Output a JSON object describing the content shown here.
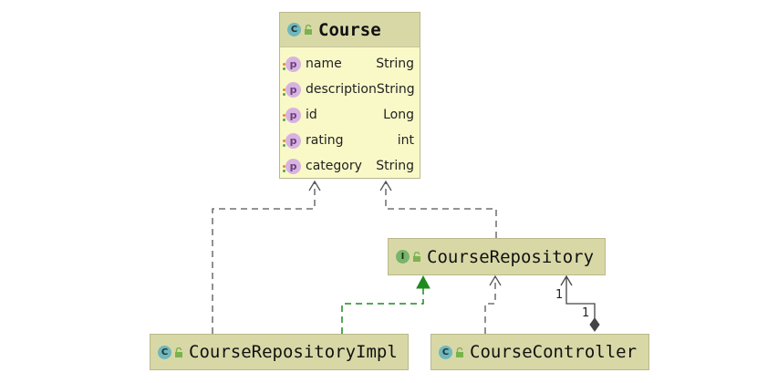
{
  "classes": {
    "course": {
      "kind": "C",
      "name": "Course",
      "fields": [
        {
          "name": "name",
          "type": "String"
        },
        {
          "name": "description",
          "type": "String"
        },
        {
          "name": "id",
          "type": "Long"
        },
        {
          "name": "rating",
          "type": "int"
        },
        {
          "name": "category",
          "type": "String"
        }
      ]
    },
    "course_repository": {
      "kind": "I",
      "name": "CourseRepository"
    },
    "course_repository_impl": {
      "kind": "C",
      "name": "CourseRepositoryImpl"
    },
    "course_controller": {
      "kind": "C",
      "name": "CourseController"
    }
  },
  "field_icon": "p",
  "multiplicities": {
    "near_repository": "1",
    "near_controller": "1"
  },
  "colors": {
    "class_header": "#d8d8a7",
    "class_body": "#f9f9c8",
    "class_badge": "#6fb7bd",
    "interface_badge": "#78b56a",
    "realization_line": "#1f8a1f",
    "dependency_line": "#555555"
  }
}
